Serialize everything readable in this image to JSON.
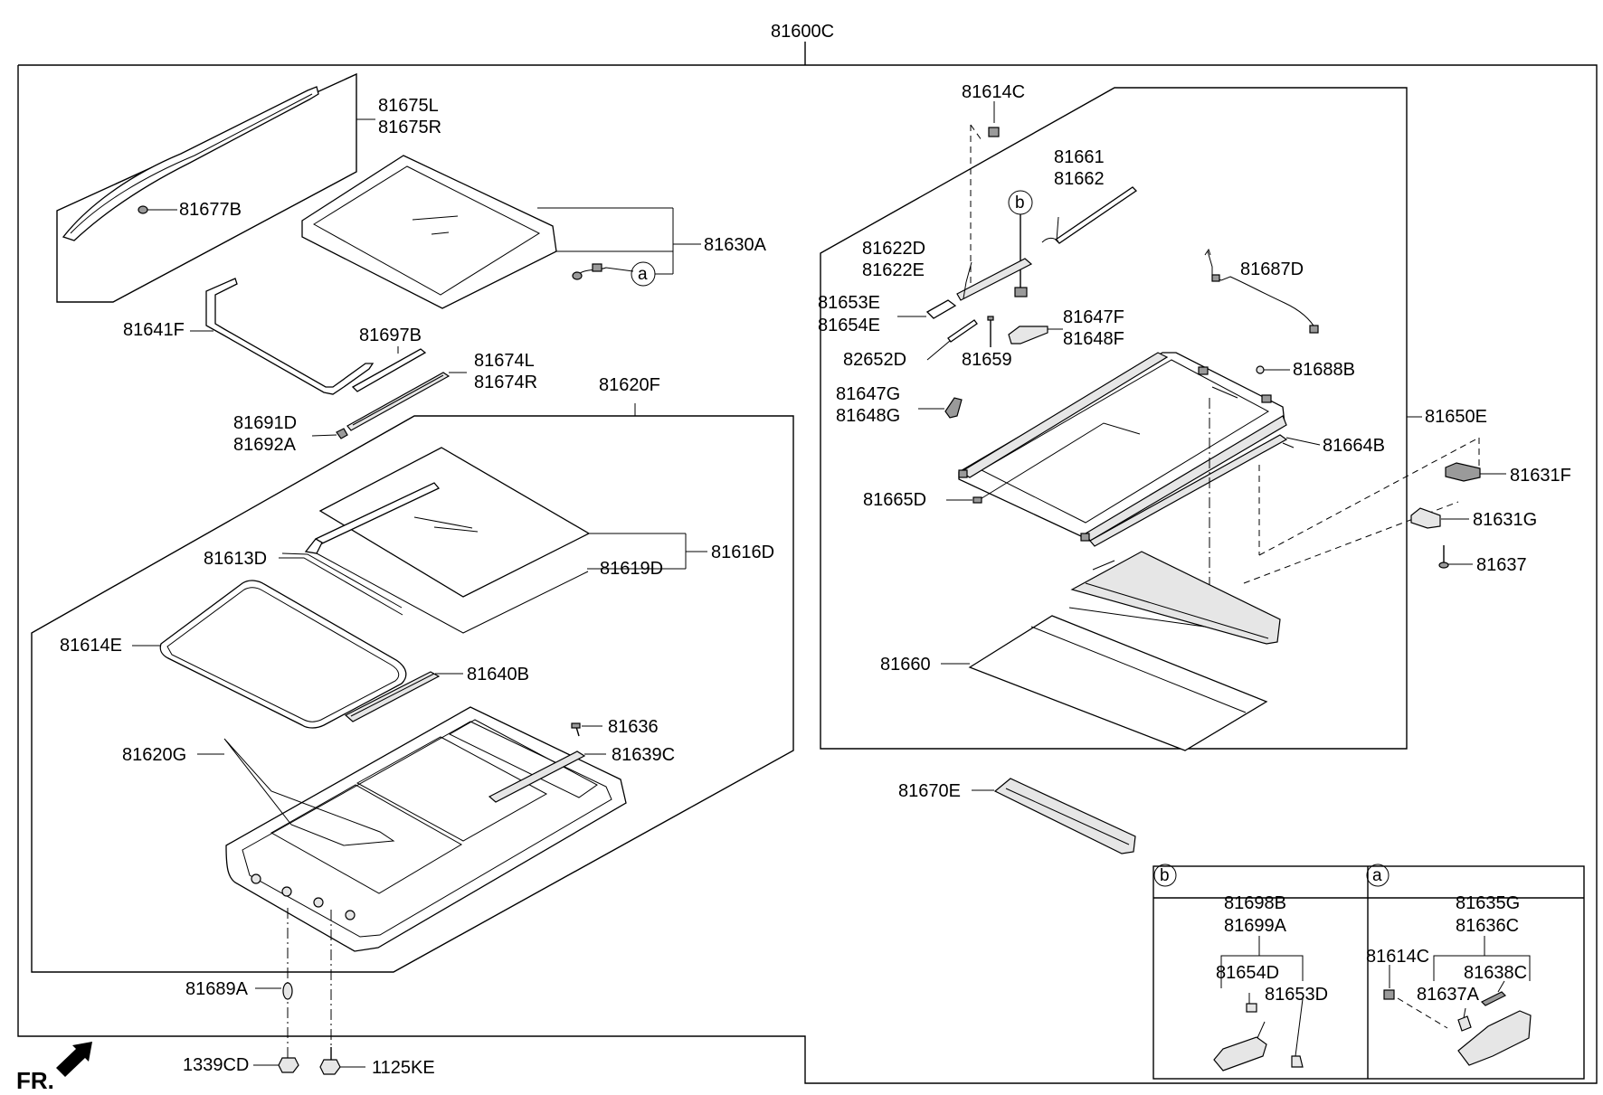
{
  "labels": {
    "p81600C": "81600C",
    "p81675L": "81675L",
    "p81675R": "81675R",
    "p81677B": "81677B",
    "p81630A": "81630A",
    "p81641F": "81641F",
    "p81697B": "81697B",
    "p81674L": "81674L",
    "p81674R": "81674R",
    "p81620F": "81620F",
    "p81691D": "81691D",
    "p81692A": "81692A",
    "p81616D": "81616D",
    "p81613D": "81613D",
    "p81619D": "81619D",
    "p81614E": "81614E",
    "p81640B": "81640B",
    "p81636": "81636",
    "p81620G": "81620G",
    "p81639C": "81639C",
    "p81689A": "81689A",
    "p1339CD": "1339CD",
    "p1125KE": "1125KE",
    "p81614C": "81614C",
    "p81661": "81661",
    "p81662": "81662",
    "p81622D": "81622D",
    "p81622E": "81622E",
    "p81687D": "81687D",
    "p81653E": "81653E",
    "p81654E": "81654E",
    "p81647F": "81647F",
    "p81648F": "81648F",
    "p82652D": "82652D",
    "p81659": "81659",
    "p81688B": "81688B",
    "p81647G": "81647G",
    "p81648G": "81648G",
    "p81650E": "81650E",
    "p81664B": "81664B",
    "p81631F": "81631F",
    "p81665D": "81665D",
    "p81631G": "81631G",
    "p81637": "81637",
    "p81660": "81660",
    "p81670E": "81670E"
  },
  "detail_b": {
    "circle": "b",
    "p81698B": "81698B",
    "p81699A": "81699A",
    "p81654D": "81654D",
    "p81653D": "81653D"
  },
  "detail_a": {
    "circle": "a",
    "p81635G": "81635G",
    "p81636C": "81636C",
    "p81614C": "81614C",
    "p81638C": "81638C",
    "p81637A": "81637A"
  },
  "callouts": {
    "a": "a",
    "b": "b"
  },
  "fr": "FR."
}
